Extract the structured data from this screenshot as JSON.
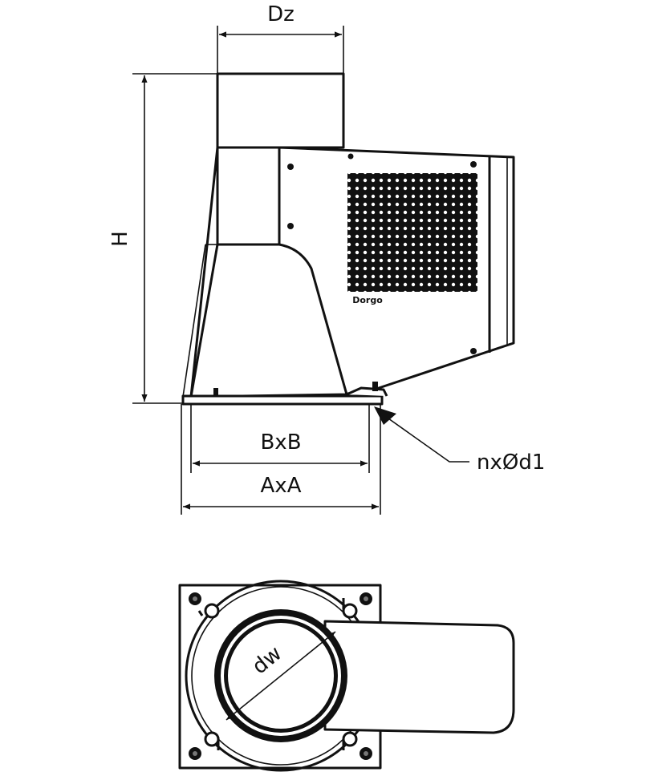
{
  "labels": {
    "dz": "Dz",
    "h": "H",
    "bxb": "BxB",
    "axa": "AxA",
    "holes": "nxØd1",
    "dw": "dw"
  },
  "logo_text": "Dorgo",
  "colors": {
    "line": "#111111",
    "background": "#ffffff"
  }
}
